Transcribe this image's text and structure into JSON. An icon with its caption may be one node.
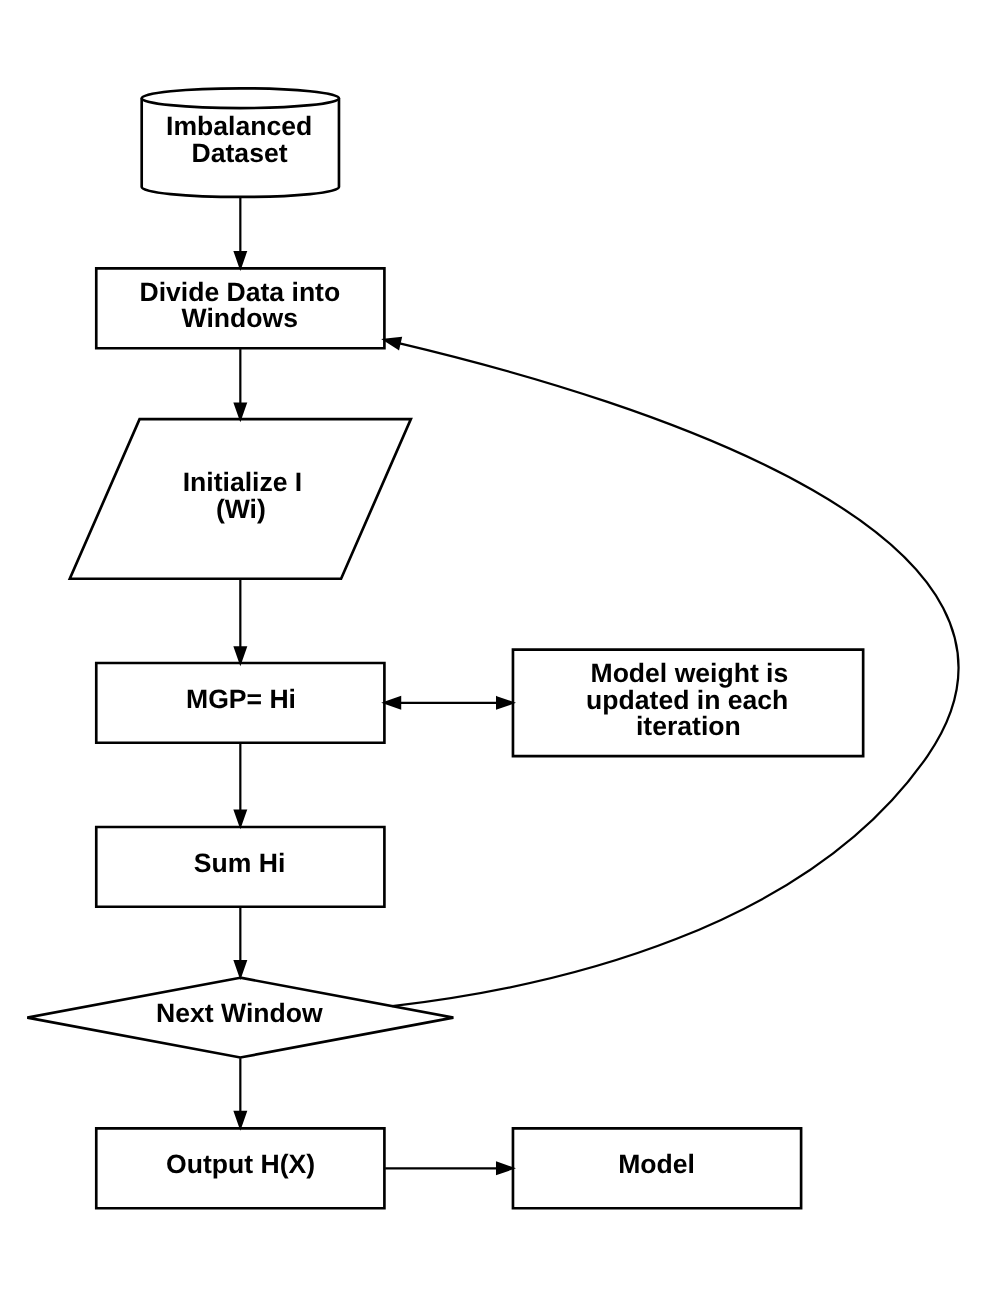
{
  "diagram": {
    "nodes": [
      {
        "text": [
          "Imbalanced Dataset"
        ]
      },
      {
        "text": [
          "Divide Data into Windows"
        ]
      },
      {
        "text": [
          "Initialize I (Wi)"
        ]
      },
      {
        "text": [
          "MGP= Hi"
        ]
      },
      {
        "text": [
          "Model weight is updated in each iteration"
        ]
      },
      {
        "text": [
          "Sum Hi"
        ]
      },
      {
        "text": [
          "Next Window"
        ]
      },
      {
        "text": [
          "Output H(X)"
        ]
      },
      {
        "text": [
          "Model"
        ]
      }
    ],
    "edges": [
      {
        "from": 0,
        "to": 1,
        "arrow": "to"
      },
      {
        "from": 1,
        "to": 2,
        "arrow": "to"
      },
      {
        "from": 2,
        "to": 3,
        "arrow": "to"
      },
      {
        "from": 3,
        "to": 4,
        "arrow": "both"
      },
      {
        "from": 3,
        "to": 5,
        "arrow": "to"
      },
      {
        "from": 5,
        "to": 6,
        "arrow": "to"
      },
      {
        "from": 6,
        "to": 1,
        "arrow": "to"
      },
      {
        "from": 6,
        "to": 7,
        "arrow": "to"
      },
      {
        "from": 7,
        "to": 8,
        "arrow": "to"
      }
    ]
  }
}
